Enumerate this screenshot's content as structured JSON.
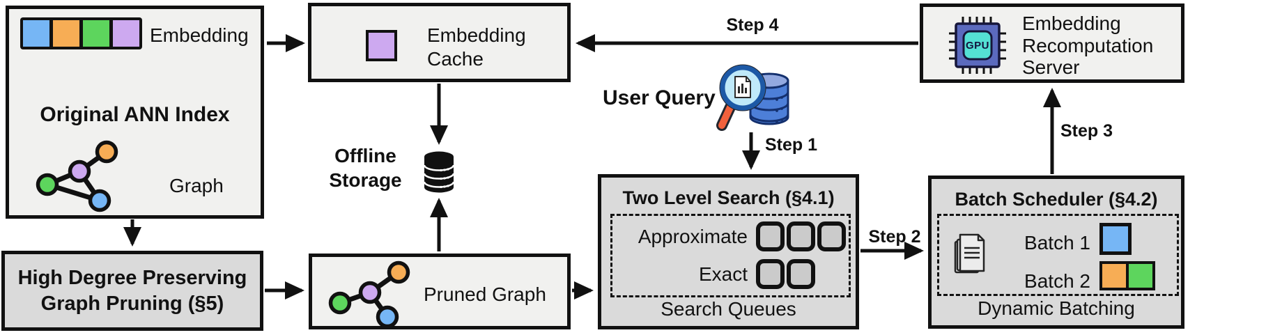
{
  "colors": {
    "blue": "#76b6f5",
    "orange": "#f7ad55",
    "green": "#5dd55d",
    "purple": "#cda9f0",
    "box_light": "#f1f1ef",
    "box_dark": "#dadada",
    "outline": "#111111",
    "gpu_chip_body": "#5b6abe",
    "gpu_chip_core": "#54e0d4",
    "query_db_blue": "#4d7fd8",
    "magnifier_handle": "#f2613c",
    "magnifier_lens": "#bfe9f9"
  },
  "ann_index": {
    "embedding_label": "Embedding",
    "title": "Original ANN Index",
    "graph_label": "Graph"
  },
  "embedding_cache": {
    "line1": "Embedding",
    "line2": "Cache"
  },
  "offline_storage": {
    "line1": "Offline",
    "line2": "Storage"
  },
  "user_query": {
    "label": "User Query"
  },
  "steps": {
    "step1": "Step 1",
    "step2": "Step 2",
    "step3": "Step 3",
    "step4": "Step 4"
  },
  "two_level_search": {
    "title": "Two Level Search (§4.1)",
    "approximate_label": "Approximate",
    "exact_label": "Exact",
    "approximate_queue_count": 3,
    "exact_queue_count": 2,
    "caption": "Search Queues"
  },
  "batch_scheduler": {
    "title": "Batch Scheduler (§4.2)",
    "batch1_label": "Batch 1",
    "batch2_label": "Batch 2",
    "caption": "Dynamic Batching"
  },
  "recomputation_server": {
    "line1": "Embedding",
    "line2": "Recomputation",
    "line3": "Server",
    "chip_label": "GPU"
  },
  "graph_pruning": {
    "line1": "High Degree Preserving",
    "line2": "Graph Pruning (§5)"
  },
  "pruned_graph": {
    "label": "Pruned Graph"
  }
}
